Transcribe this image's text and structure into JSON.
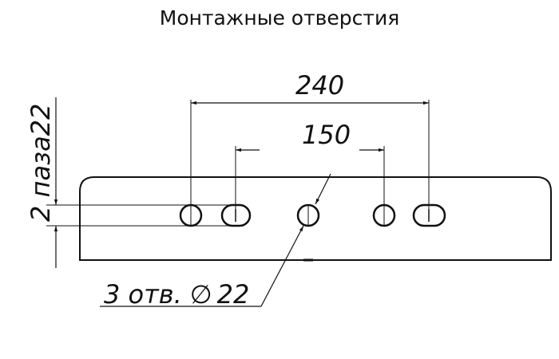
{
  "title": "Монтажные отверстия",
  "dimensions": {
    "outer_spacing": "240",
    "inner_spacing": "150",
    "slots_note": "2 паза22",
    "holes_note_prefix": "3 отв.",
    "diameter_symbol": "∅",
    "holes_note_value": "22"
  }
}
